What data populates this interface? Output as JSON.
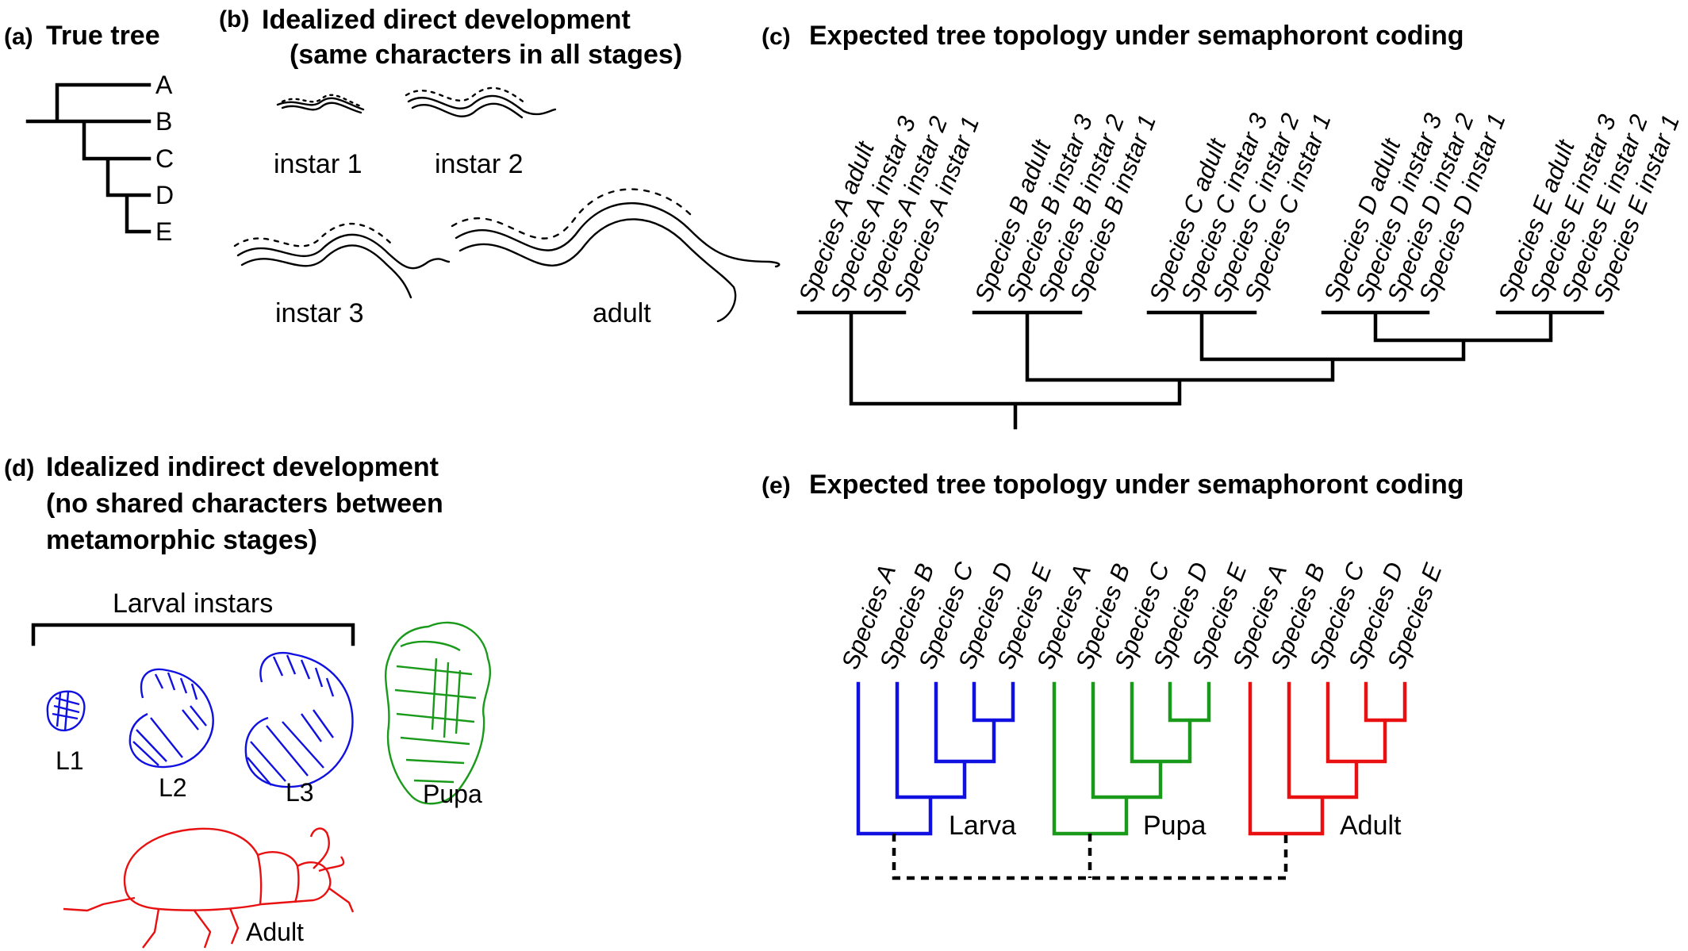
{
  "panels": {
    "a": {
      "letter": "(a)",
      "title": "True tree",
      "tips": [
        "A",
        "B",
        "C",
        "D",
        "E"
      ]
    },
    "b": {
      "letter": "(b)",
      "title_line1": "Idealized direct development",
      "title_line2": "(same characters in all stages)",
      "stage_labels": [
        "instar 1",
        "instar 2",
        "instar 3",
        "adult"
      ]
    },
    "c": {
      "letter": "(c)",
      "title": "Expected tree topology under semaphoront coding",
      "tips": [
        "Species A adult",
        "Species A instar 3",
        "Species A instar 2",
        "Species A instar 1",
        "Species B adult",
        "Species B instar 3",
        "Species B instar 2",
        "Species B instar 1",
        "Species C adult",
        "Species C instar 3",
        "Species C instar 2",
        "Species C instar 1",
        "Species D adult",
        "Species D instar 3",
        "Species D instar 2",
        "Species D instar 1",
        "Species E adult",
        "Species E instar 3",
        "Species E instar 2",
        "Species E instar 1"
      ]
    },
    "d": {
      "letter": "(d)",
      "title_line1": "Idealized indirect development",
      "title_line2": "(no shared characters between",
      "title_line3": "metamorphic stages)",
      "bracket_label": "Larval instars",
      "stage_labels": [
        "L1",
        "L2",
        "L3",
        "Pupa",
        "Adult"
      ]
    },
    "e": {
      "letter": "(e)",
      "title": "Expected tree topology under semaphoront coding",
      "tips": [
        "Species A",
        "Species B",
        "Species C",
        "Species D",
        "Species E",
        "Species A",
        "Species B",
        "Species C",
        "Species D",
        "Species E",
        "Species A",
        "Species B",
        "Species C",
        "Species D",
        "Species E"
      ],
      "clade_labels": [
        "Larva",
        "Pupa",
        "Adult"
      ]
    }
  },
  "colors": {
    "larva": "#1010e0",
    "pupa": "#1a9a1a",
    "adult": "#e81010",
    "ink": "#000000"
  }
}
